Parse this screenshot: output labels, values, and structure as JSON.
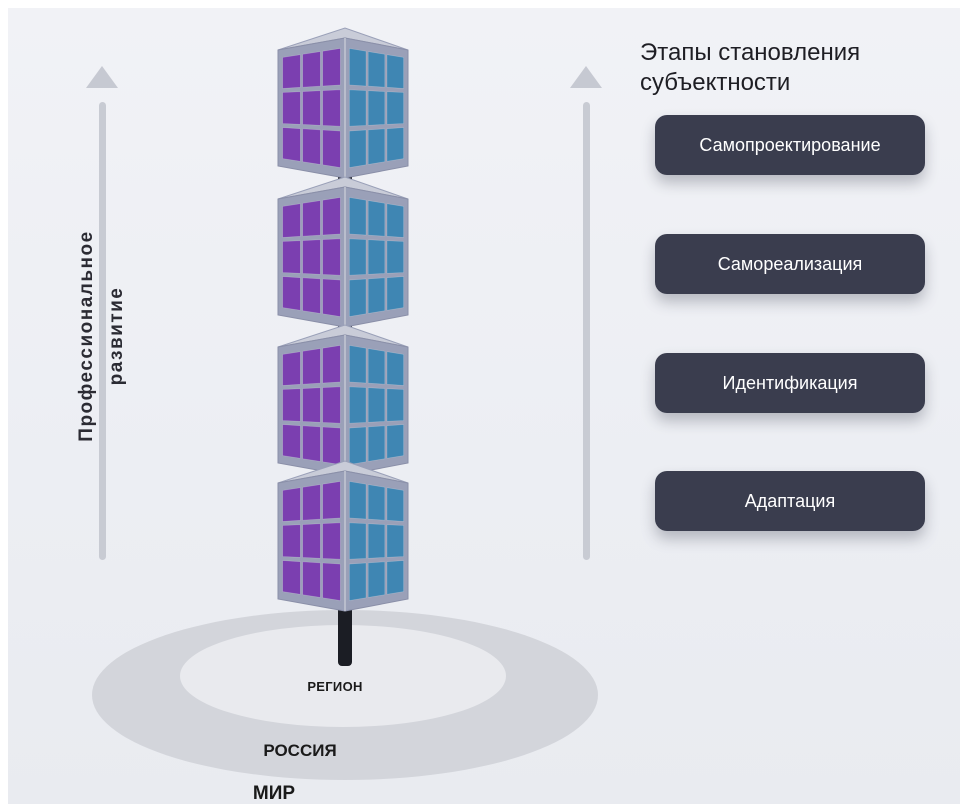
{
  "stages": {
    "title": "Этапы становления субъектности",
    "items": [
      {
        "label": "Самопроектирование"
      },
      {
        "label": "Самореализация"
      },
      {
        "label": "Идентификация"
      },
      {
        "label": "Адаптация"
      }
    ]
  },
  "axis": {
    "label_line1": "Профессиональное",
    "label_line2": "развитие"
  },
  "levels": {
    "region": "РЕГИОН",
    "russia": "РОССИЯ",
    "world": "МИР"
  },
  "colors": {
    "cube_left_face": "#7b3fb0",
    "cube_right_face": "#3f86b3",
    "cube_frame": "#9aa0b8",
    "pole": "#1b1d24",
    "button_bg": "#3a3d4e",
    "arrow": "#c6c9d2"
  }
}
